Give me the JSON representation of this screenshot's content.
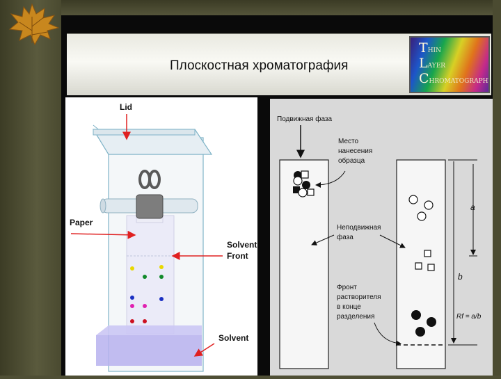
{
  "slide": {
    "title": "Плоскостная хроматография"
  },
  "logo": {
    "lines": [
      {
        "cap": "T",
        "rest": "HIN"
      },
      {
        "cap": "L",
        "rest": "AYER"
      },
      {
        "cap": "C",
        "rest": "HROMATOGRAPHY"
      }
    ]
  },
  "left_diagram": {
    "labels": {
      "lid": "Lid",
      "paper": "Paper",
      "solvent_front_1": "Solvent",
      "solvent_front_2": "Front",
      "solvent": "Solvent"
    },
    "colors": {
      "yellow": "#e8d800",
      "green": "#118a2a",
      "blue": "#1a2fc2",
      "magenta": "#e020b0",
      "red": "#cc1020",
      "solvent": "#b7b2ee",
      "arrow": "#e02020"
    }
  },
  "right_diagram": {
    "labels": {
      "mobile_phase": "Подвижная фаза",
      "sample_spot": [
        "Место",
        "нанесения",
        "образца"
      ],
      "stationary_phase": [
        "Неподвижная",
        "фаза"
      ],
      "solvent_front": [
        "Фронт",
        "растворителя",
        "в конце",
        "разделения"
      ],
      "a": "a",
      "b": "b",
      "rf_formula": "Rf = a/b"
    }
  }
}
